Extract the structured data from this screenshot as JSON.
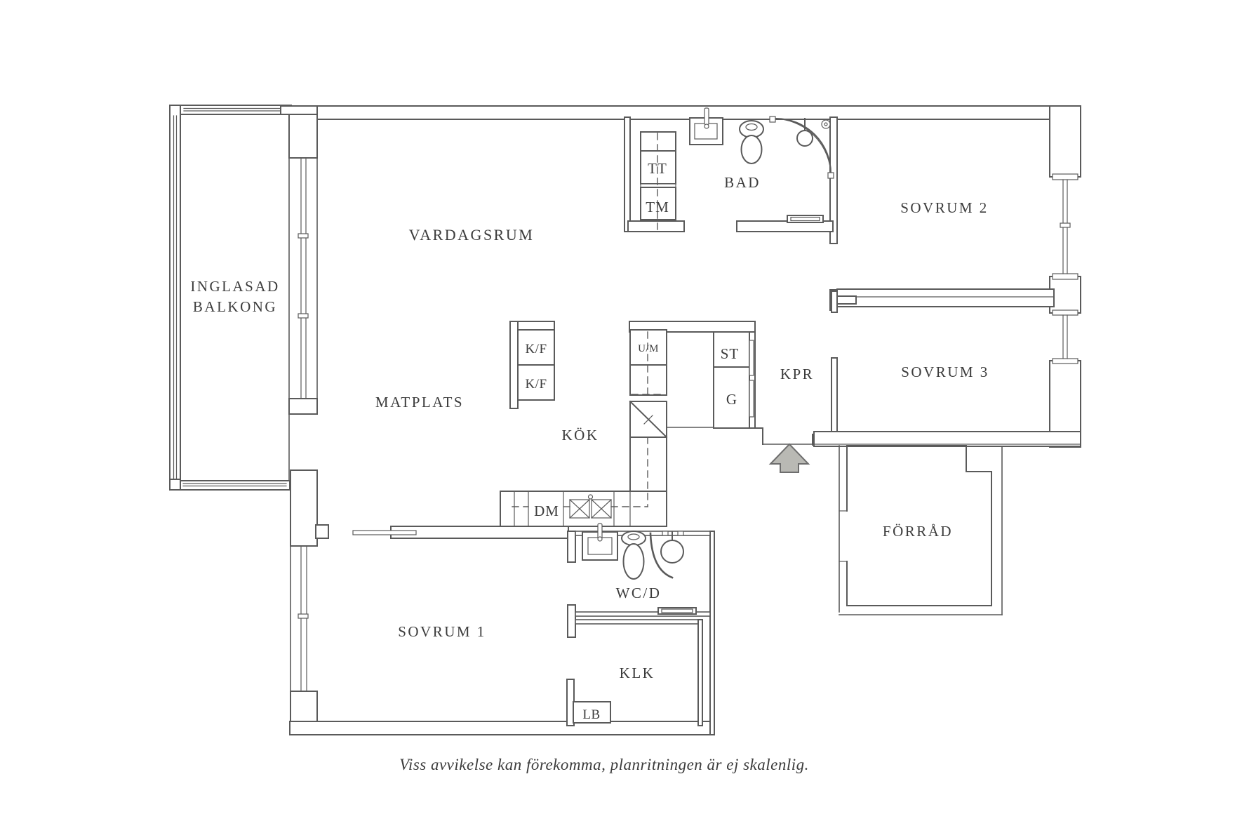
{
  "plan": {
    "rooms": {
      "balcony_line1": "INGLASAD",
      "balcony_line2": "BALKONG",
      "living": "VARDAGSRUM",
      "dining": "MATPLATS",
      "kitchen": "KÖK",
      "bathroom": "BAD",
      "bedroom2": "SOVRUM 2",
      "bedroom3": "SOVRUM 3",
      "hallway": "KPR",
      "storage": "FÖRRÅD",
      "bedroom1": "SOVRUM 1",
      "wc_shower": "WC/D",
      "walk_in_closet": "KLK"
    },
    "appliances": {
      "dryer": "TT",
      "washer": "TM",
      "fridge_freezer_1": "K/F",
      "fridge_freezer_2": "K/F",
      "oven_micro": "U/M",
      "cleaning_cabinet": "ST",
      "wardrobe": "G",
      "dishwasher": "DM",
      "linen_cabinet": "LB"
    },
    "footer_note": "Viss avvikelse kan förekomma, planritningen är ej skalenlig.",
    "colors": {
      "wall": "#5a5a5a",
      "text": "#3c3c3c",
      "arrow_fill": "#b9b9b4",
      "arrow_stroke": "#6e6e6e"
    }
  }
}
